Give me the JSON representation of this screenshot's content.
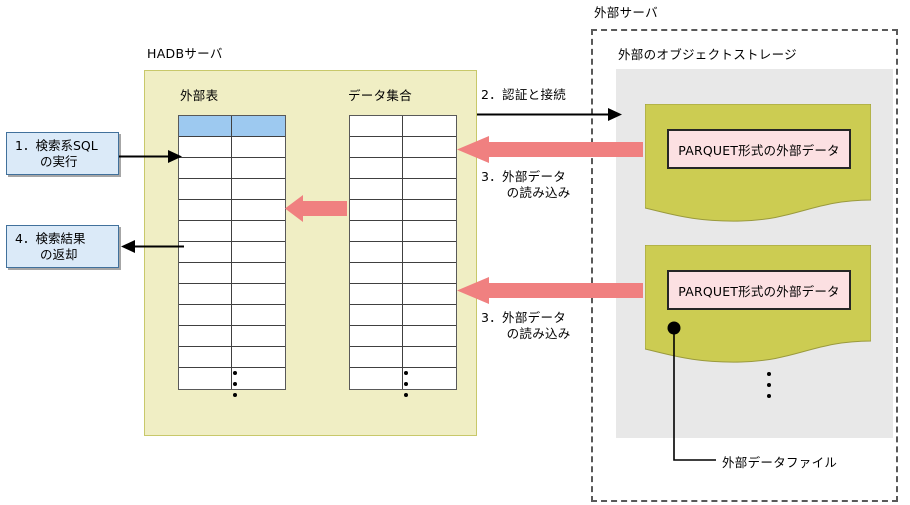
{
  "diagram": {
    "title_hadb": "HADBサーバ",
    "title_external_server": "外部サーバ",
    "title_object_storage": "外部のオブジェクトストレージ"
  },
  "hadb": {
    "external_table_caption": "外部表",
    "dataset_caption": "データ集合",
    "external_table": {
      "header_row_color": "#9dc9f0",
      "columns": 2,
      "header_rows": 1,
      "body_rows": 12
    },
    "dataset_table": {
      "columns": 2,
      "header_rows": 0,
      "body_rows": 13
    },
    "ellipsis": "⋮"
  },
  "steps": {
    "step1": "1．検索系SQL\n　　の実行",
    "step2": "2．認証と接続",
    "step3_upper": "3．外部データ\n　　の読み込み",
    "step3_lower": "3．外部データ\n　　の読み込み",
    "step4": "4．検索結果\n　　の返却"
  },
  "storage": {
    "documents": [
      {
        "label": "PARQUET形式の外部データ"
      },
      {
        "label": "PARQUET形式の外部データ"
      }
    ],
    "ellipsis": "⋮",
    "callout_label": "外部データファイル"
  },
  "colors": {
    "hadb_panel_fill": "#f0eec4",
    "hadb_panel_border": "#c8c86a",
    "callout_box_fill": "#dbeaf8",
    "callout_box_border": "#41719c",
    "table_header_fill": "#9dc9f0",
    "storage_fill": "#e8e8e8",
    "document_fill": "#cccc52",
    "parquet_fill": "#fce0e2",
    "parquet_border": "#262626",
    "red_arrow": "#f08080",
    "black_arrow": "#000000",
    "dashed_border": "#595959"
  }
}
